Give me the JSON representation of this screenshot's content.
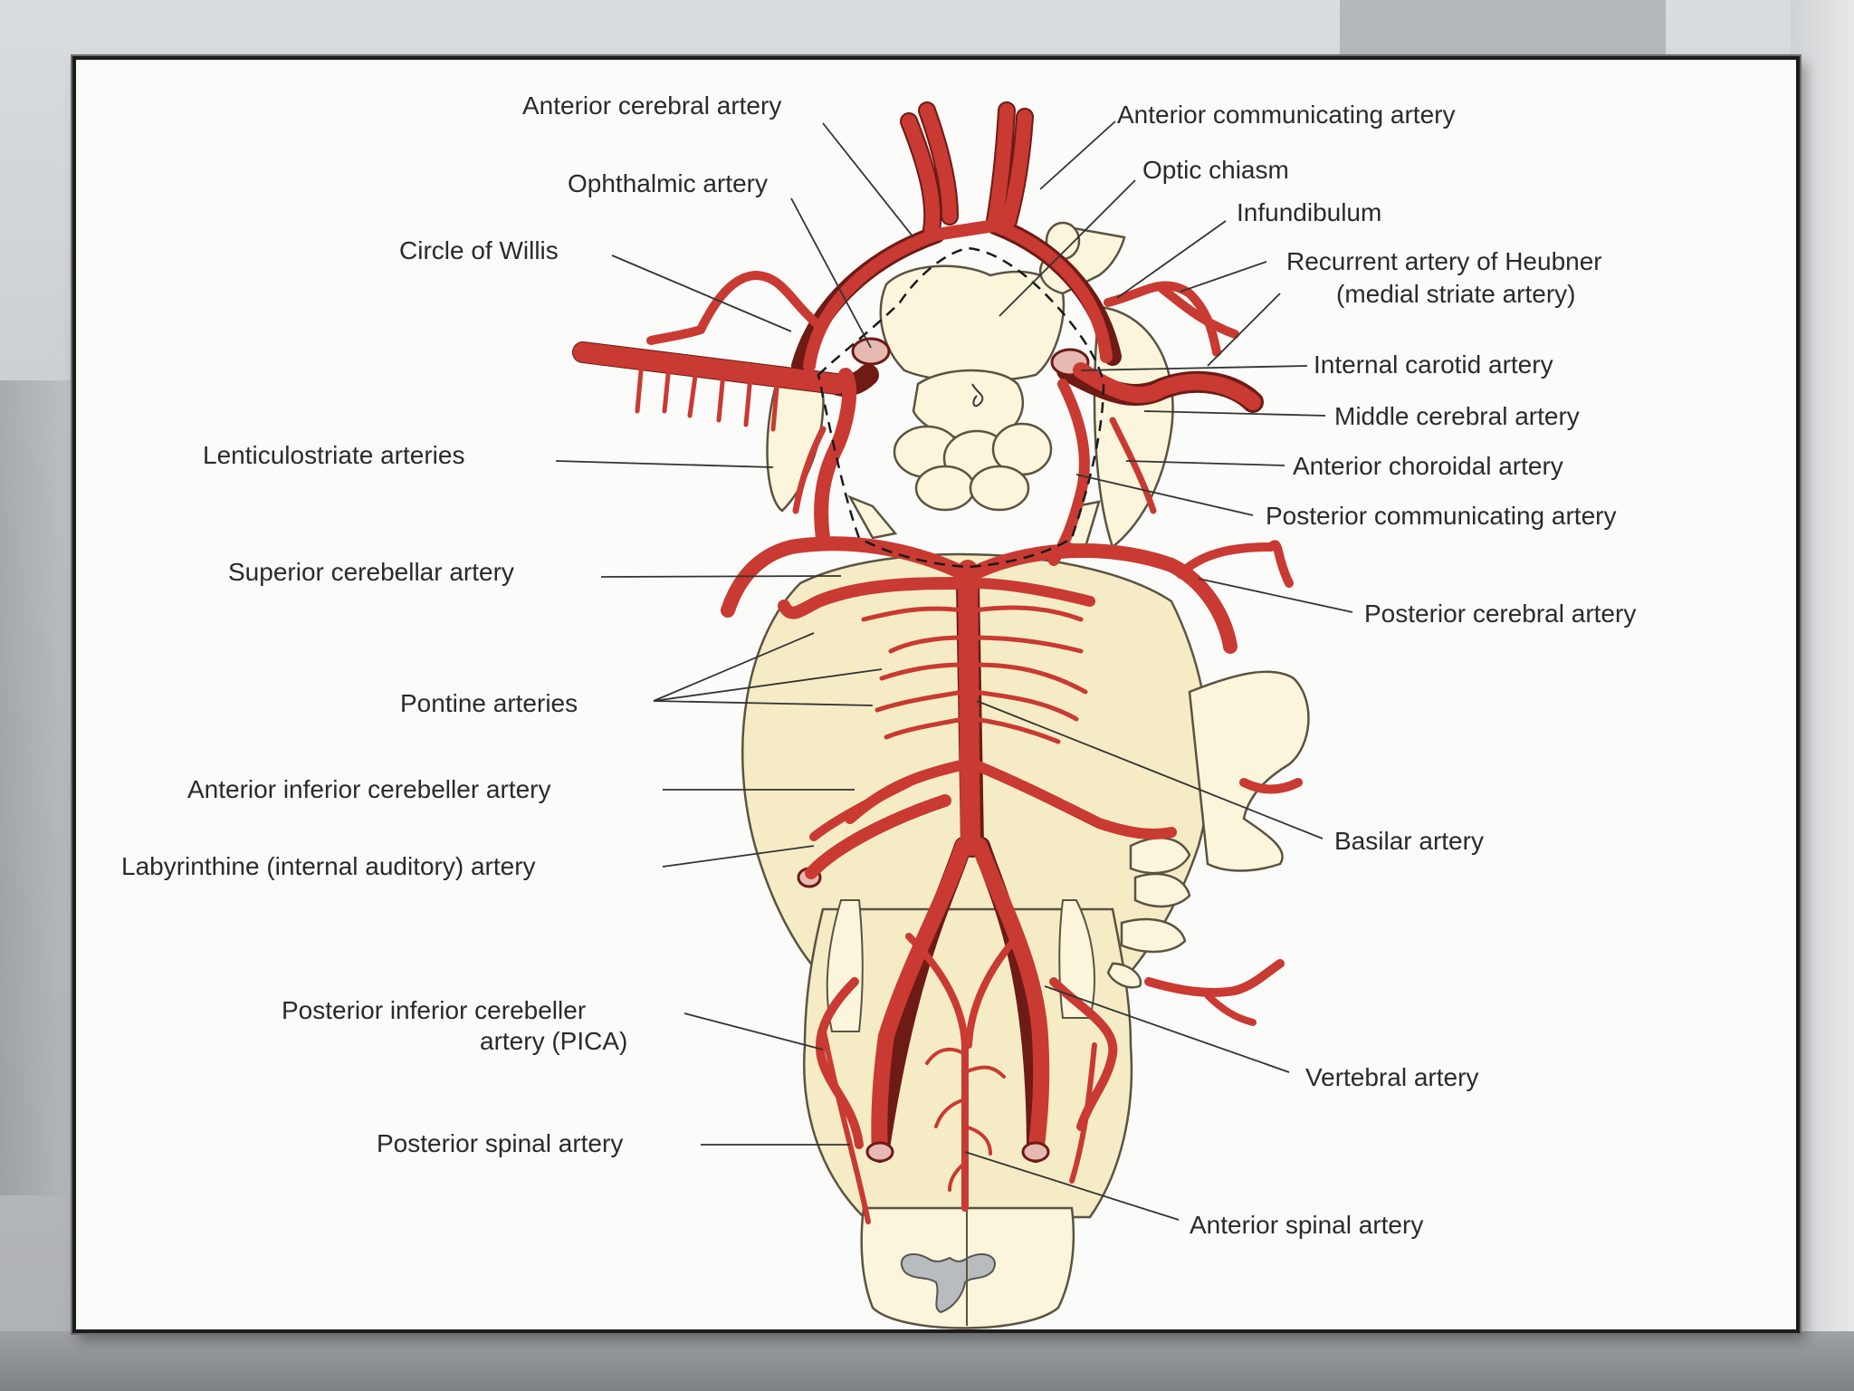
{
  "labels": {
    "anterior_cerebral": "Anterior cerebral artery",
    "anterior_communicating": "Anterior communicating artery",
    "ophthalmic": "Ophthalmic artery",
    "optic_chiasm": "Optic chiasm",
    "infundibulum": "Infundibulum",
    "circle_of_willis": "Circle of Willis",
    "recurrent_heubner_1": "Recurrent artery of Heubner",
    "recurrent_heubner_2": "(medial striate artery)",
    "internal_carotid": "Internal carotid artery",
    "middle_cerebral": "Middle cerebral artery",
    "lenticulostriate": "Lenticulostriate arteries",
    "anterior_choroidal": "Anterior choroidal artery",
    "posterior_communicating": "Posterior communicating artery",
    "superior_cerebellar": "Superior cerebellar artery",
    "posterior_cerebral": "Posterior cerebral artery",
    "pontine": "Pontine arteries",
    "anterior_inferior_cerebellar": "Anterior inferior cerebeller artery",
    "basilar": "Basilar artery",
    "labyrinthine": "Labyrinthine (internal auditory) artery",
    "pica_1": "Posterior inferior cerebeller",
    "pica_2": "artery (PICA)",
    "vertebral": "Vertebral artery",
    "posterior_spinal": "Posterior spinal artery",
    "anterior_spinal": "Anterior spinal artery"
  },
  "colors": {
    "artery": "#c93a32",
    "tissue": "#f5ecc6",
    "frame": "#1c1c1c"
  }
}
